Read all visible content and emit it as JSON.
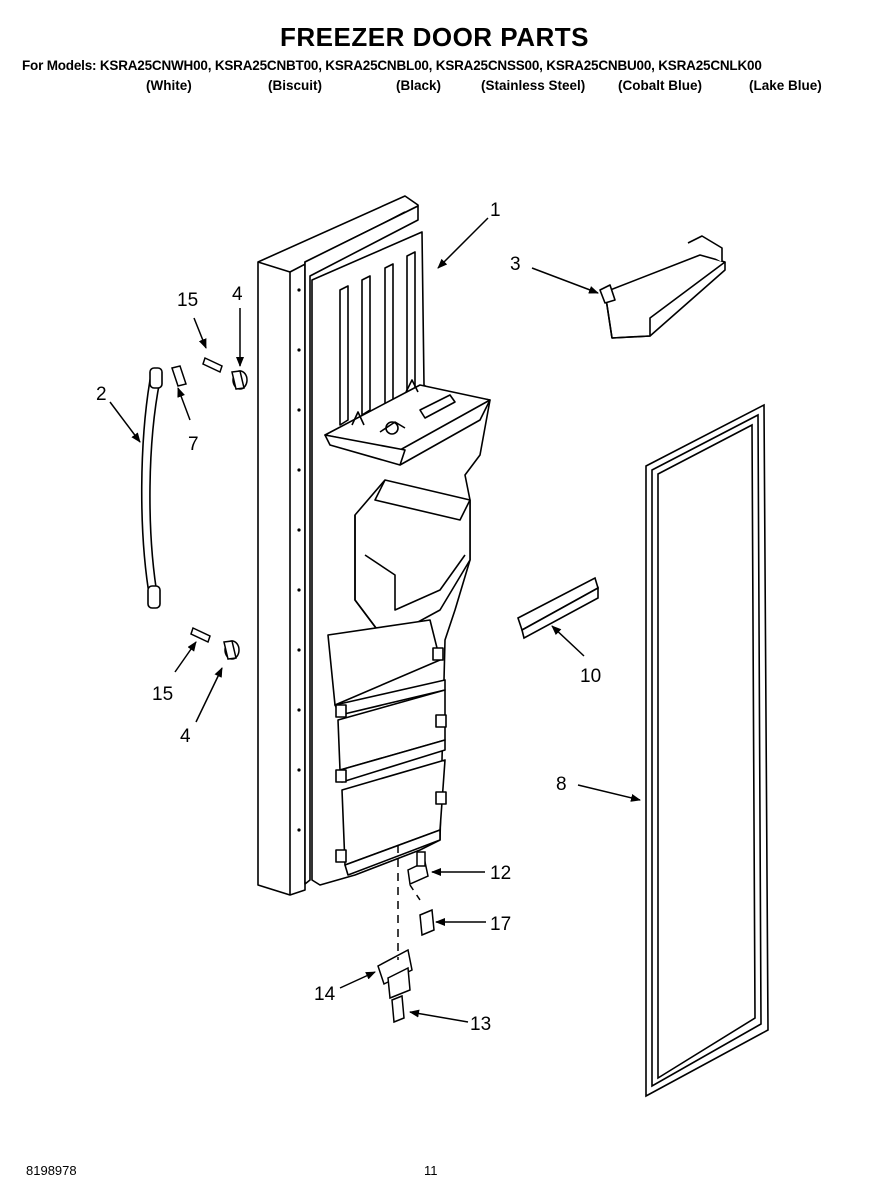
{
  "header": {
    "title": "FREEZER DOOR PARTS",
    "models_line": "For Models: KSRA25CNWH00, KSRA25CNBT00, KSRA25CNBL00, KSRA25CNSS00, KSRA25CNBU00, KSRA25CNLK00",
    "variants": [
      "(White)",
      "(Biscuit)",
      "(Black)",
      "(Stainless Steel)",
      "(Cobalt Blue)",
      "(Lake Blue)"
    ]
  },
  "callouts": {
    "c1": "1",
    "c2": "2",
    "c3": "3",
    "c4a": "4",
    "c4b": "4",
    "c7": "7",
    "c8": "8",
    "c10": "10",
    "c12": "12",
    "c13": "13",
    "c14": "14",
    "c15a": "15",
    "c15b": "15",
    "c17": "17"
  },
  "footer": {
    "doc_number": "8198978",
    "page_number": "11"
  }
}
